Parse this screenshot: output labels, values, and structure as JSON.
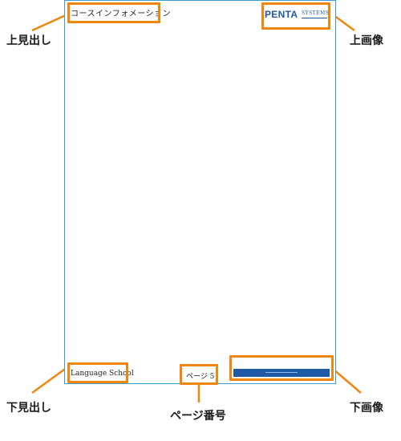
{
  "document": {
    "header_text": "コースインフォメーション",
    "footer_text": "Language School",
    "page_number": "ページ 5",
    "logo": {
      "brand": "PENTA",
      "sub": "SYSTEMS"
    }
  },
  "annotations": {
    "header_title": "上見出し",
    "header_image": "上画像",
    "footer_title": "下見出し",
    "page_number": "ページ番号",
    "footer_image": "下画像"
  },
  "colors": {
    "accent": "#f0860f",
    "page_border": "#3a9fd0",
    "brand_blue": "#1f5aa6"
  }
}
